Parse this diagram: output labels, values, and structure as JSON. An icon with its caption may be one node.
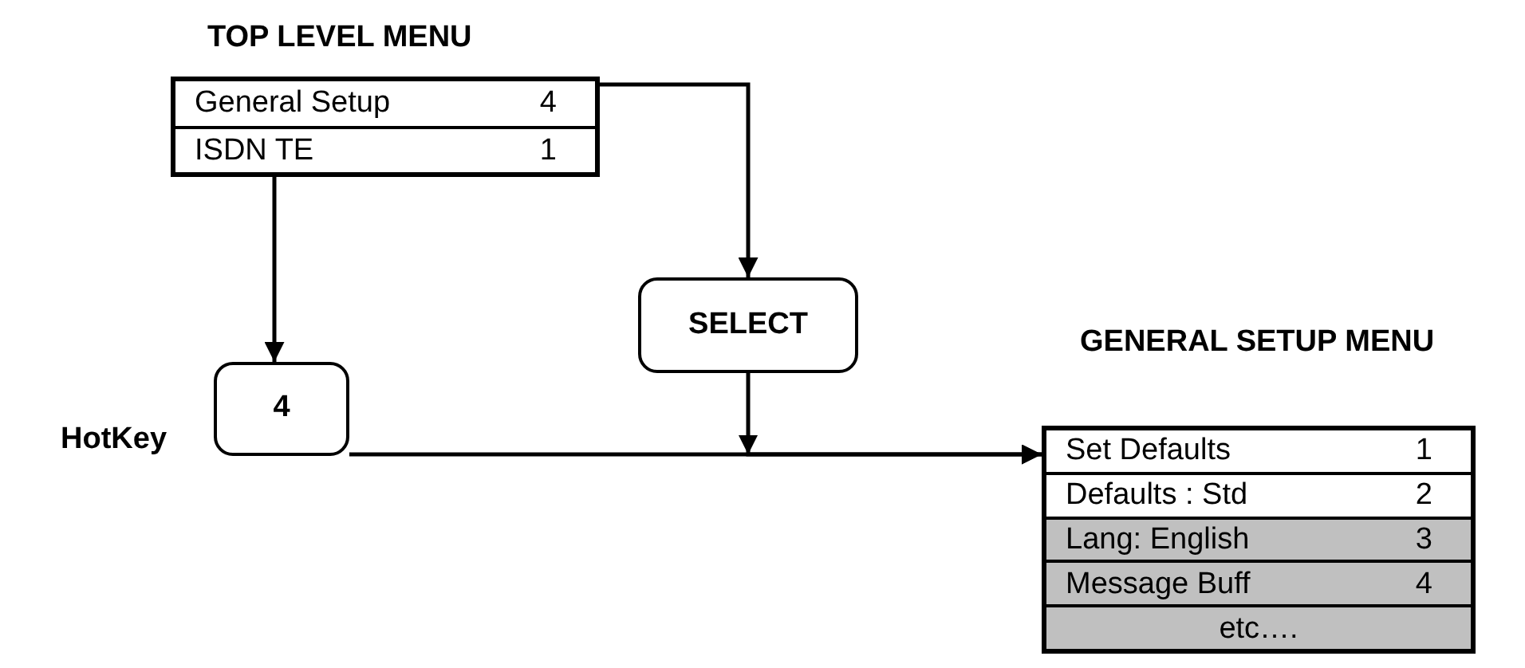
{
  "diagram": {
    "nodes": [
      {
        "text": [
          "TOP LEVEL MENU"
        ]
      },
      {
        "text": [
          "General Setup",
          "4"
        ],
        "in": 0
      },
      {
        "text": [
          "ISDN TE",
          "1"
        ],
        "in": 0
      },
      {
        "text": [
          "SELECT"
        ]
      },
      {
        "text": [
          "4"
        ],
        "beside": [
          "HotKey"
        ]
      },
      {
        "text": [
          "GENERAL SETUP MENU"
        ]
      },
      {
        "text": [
          "Set Defaults",
          "1"
        ],
        "in": 5
      },
      {
        "text": [
          "Defaults : Std",
          "2"
        ],
        "in": 5
      },
      {
        "text": [
          "Lang: English",
          "3"
        ],
        "in": 5
      },
      {
        "text": [
          "Message Buff",
          "4"
        ],
        "in": 5
      },
      {
        "text": [
          "etc…."
        ],
        "in": 5
      }
    ],
    "edges": [
      {
        "from": 1,
        "to": 3,
        "arrow": "to"
      },
      {
        "from": 2,
        "to": 4,
        "arrow": "to"
      },
      {
        "from": 4,
        "to": 5,
        "arrow": "to"
      },
      {
        "from": 3,
        "to": 5,
        "arrow": "to"
      }
    ]
  }
}
